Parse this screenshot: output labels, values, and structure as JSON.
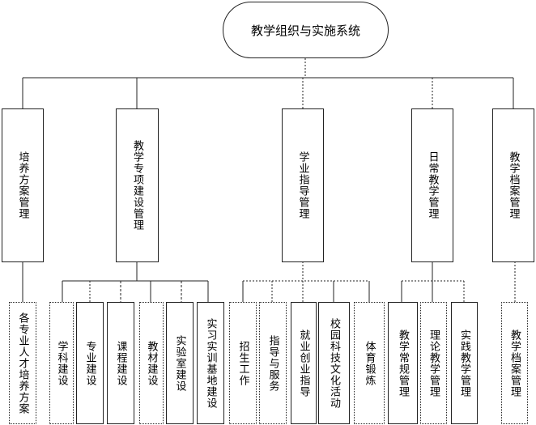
{
  "root": "教学组织与实施系统",
  "level1": [
    "培养方案管理",
    "教学专项建设管理",
    "学业指导管理",
    "日常教学管理",
    "教学档案管理"
  ],
  "level2": [
    "各专业人才培养方案",
    "学科建设",
    "专业建设",
    "课程建设",
    "教材建设",
    "实验室建设",
    "实习实训基地建设",
    "招生工作",
    "指导与服务",
    "就业创业指导",
    "校园科技文化活动",
    "体育锻炼",
    "教学常规管理",
    "理论教学管理",
    "实践教学管理",
    "教学档案管理"
  ]
}
